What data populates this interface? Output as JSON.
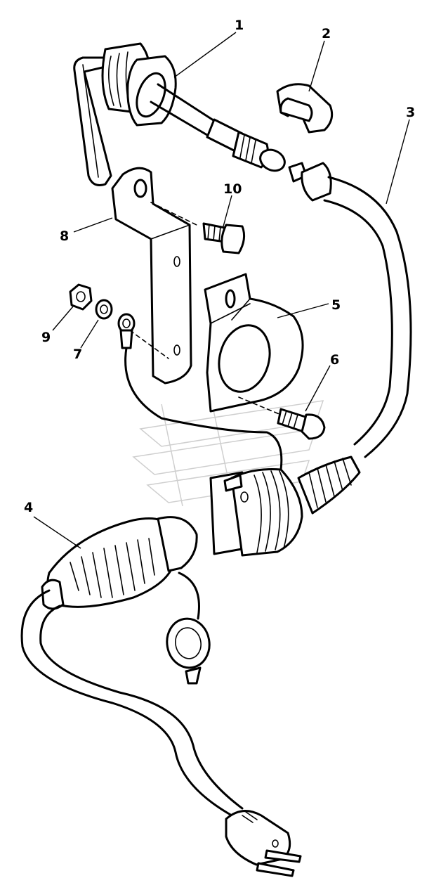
{
  "callouts": {
    "c1": "1",
    "c2": "2",
    "c3": "3",
    "c4": "4",
    "c5": "5",
    "c6": "6",
    "c7": "7",
    "c8": "8",
    "c9": "9",
    "c10": "10"
  },
  "colors": {
    "line": "#000000",
    "background": "#ffffff",
    "watermark": "#cfcfcf"
  }
}
